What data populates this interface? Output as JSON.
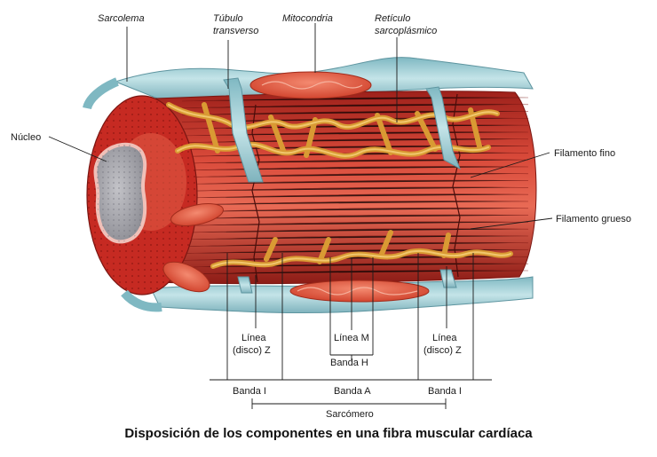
{
  "labels": {
    "sarcolema": "Sarcolema",
    "tubulo_l1": "Túbulo",
    "tubulo_l2": "transverso",
    "mitocondria": "Mitocondria",
    "reticulo_l1": "Retículo",
    "reticulo_l2": "sarcoplásmico",
    "nucleo": "Núcleo",
    "filamento_fino": "Filamento fino",
    "filamento_grueso": "Filamento grueso",
    "linea_z_left_l1": "Línea",
    "linea_z_left_l2": "(disco) Z",
    "linea_m": "Línea M",
    "banda_h": "Banda H",
    "linea_z_right_l1": "Línea",
    "linea_z_right_l2": "(disco) Z",
    "banda_i_left": "Banda I",
    "banda_a": "Banda A",
    "banda_i_right": "Banda I",
    "sarcomero": "Sarcómero"
  },
  "caption": "Disposición de los componentes en una fibra muscular cardíaca",
  "colors": {
    "muscle": "#c8352c",
    "muscle_dark": "#8f1d18",
    "sarcolemma": "#a9d3d9",
    "reticulum": "#e8b04a",
    "mitochondria": "#e8614a",
    "nucleus": "#a7a7ad"
  }
}
